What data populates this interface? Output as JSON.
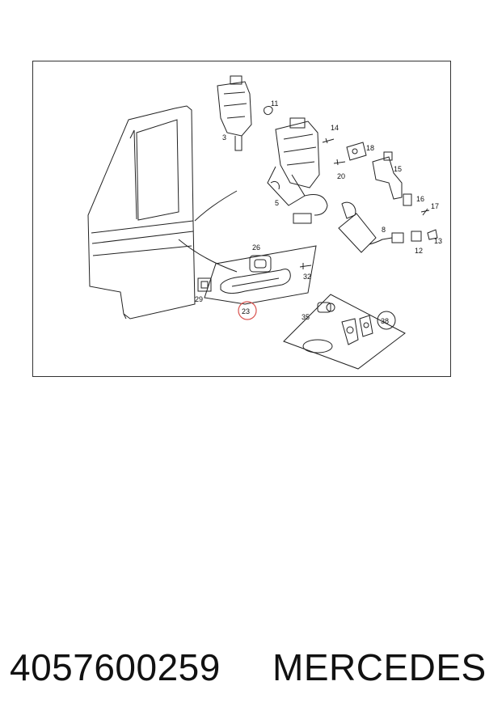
{
  "diagram": {
    "callouts": [
      "3",
      "11",
      "14",
      "18",
      "20",
      "15",
      "5",
      "16",
      "17",
      "8",
      "13",
      "12",
      "26",
      "32",
      "29",
      "23",
      "35",
      "38"
    ],
    "highlighted_callout": "23",
    "highlight_color": "#d9534f"
  },
  "caption": {
    "part_number": "4057600259",
    "brand": "MERCEDES"
  }
}
